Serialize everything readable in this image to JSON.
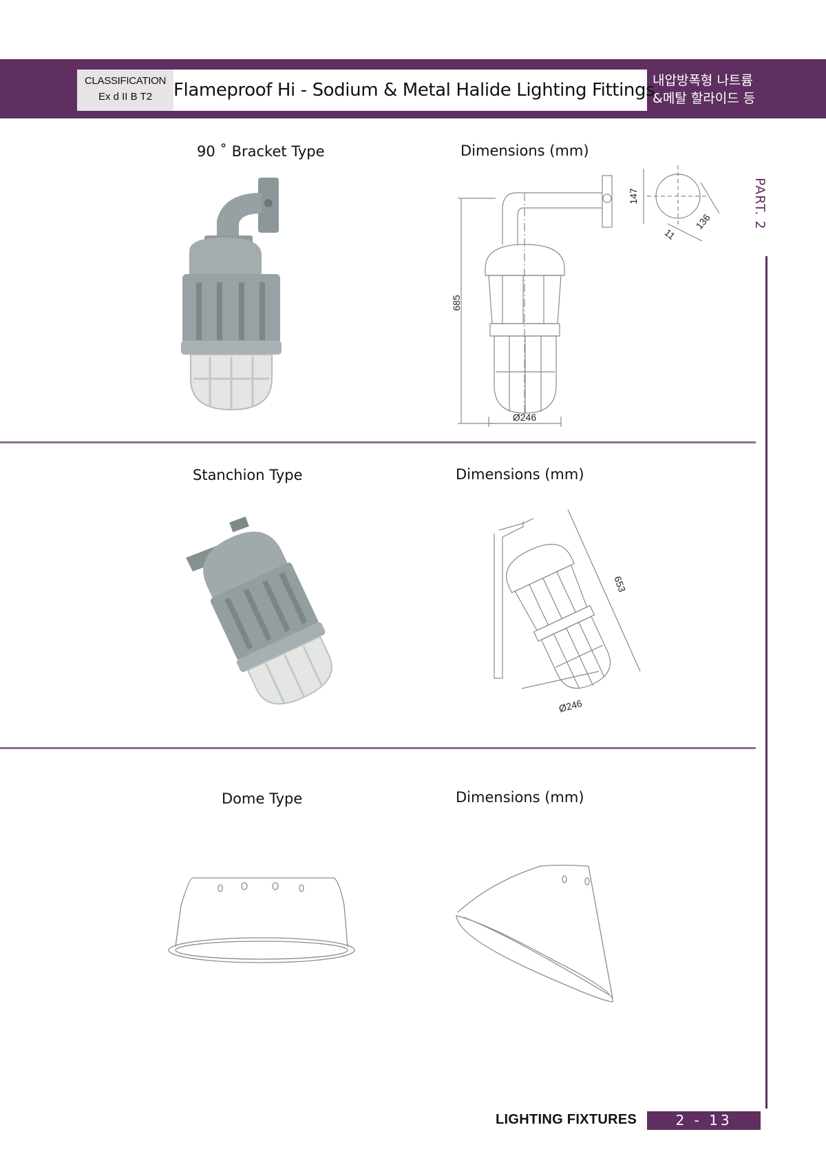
{
  "header": {
    "classification_label": "CLASSIFICATION",
    "classification_value": "Ex d II B T2",
    "title": "Flameproof Hi - Sodium & Metal Halide Lighting Fittings",
    "korean_line1": "내압방폭형 나트륨",
    "korean_line2": "&메탈 할라이드 등",
    "color_band": "#5e2f60"
  },
  "side_tab": {
    "label": "PART. 2"
  },
  "sections": [
    {
      "product_label": "90 ˚ Bracket Type",
      "dimensions_label": "Dimensions (mm)",
      "dims": {
        "height": "685",
        "diameter": "Ø246",
        "flange_a": "147",
        "flange_b": "136",
        "flange_c": "11"
      }
    },
    {
      "product_label": "Stanchion Type",
      "dimensions_label": "Dimensions (mm)",
      "dims": {
        "length": "653",
        "diameter": "Ø246"
      }
    },
    {
      "product_label": "Dome Type",
      "dimensions_label": "Dimensions (mm)"
    }
  ],
  "footer": {
    "section_name": "LIGHTING FIXTURES",
    "page_number": "2 - 13"
  }
}
